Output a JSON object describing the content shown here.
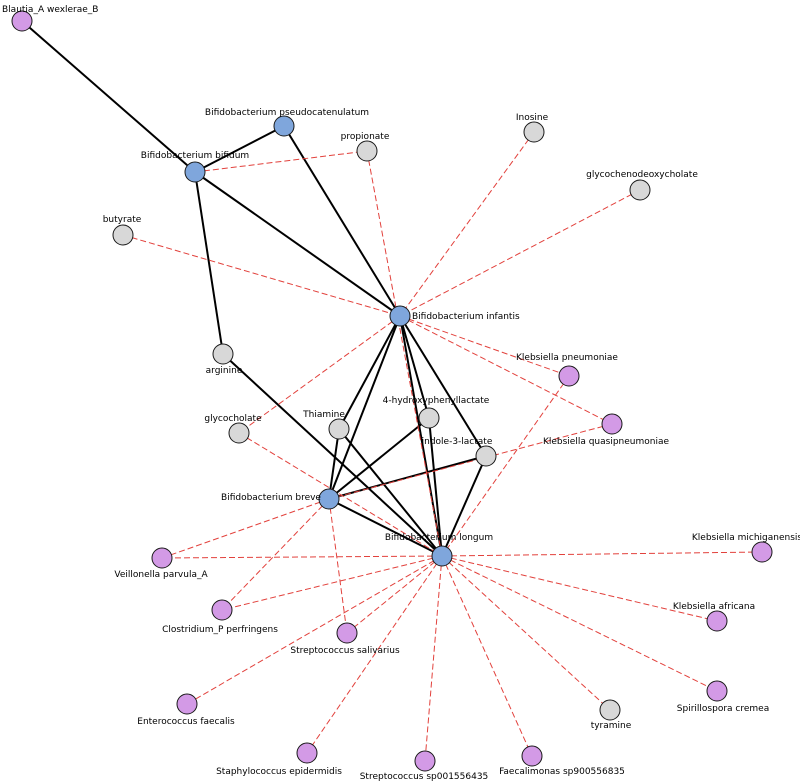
{
  "colors": {
    "bifido": "#7fa6dc",
    "pathogen": "#d39ae6",
    "metabolite": "#d8d8d8",
    "outline": "#1a1a1a",
    "positive_edge": "#000000",
    "negative_edge": "#e2413c"
  },
  "nodes": [
    {
      "id": "blautia",
      "label": "Blautia_A wexlerae_B",
      "group": "pathogen"
    },
    {
      "id": "bpseudo",
      "label": "Bifidobacterium pseudocatenulatum",
      "group": "bifido"
    },
    {
      "id": "bbifidum",
      "label": "Bifidobacterium bifidum",
      "group": "bifido"
    },
    {
      "id": "propionate",
      "label": "propionate",
      "group": "metabolite"
    },
    {
      "id": "inosine",
      "label": "Inosine",
      "group": "metabolite"
    },
    {
      "id": "gcdc",
      "label": "glycochenodeoxycholate",
      "group": "metabolite"
    },
    {
      "id": "butyrate",
      "label": "butyrate",
      "group": "metabolite"
    },
    {
      "id": "binfantis",
      "label": "Bifidobacterium infantis",
      "group": "bifido"
    },
    {
      "id": "arginine",
      "label": "arginine",
      "group": "metabolite"
    },
    {
      "id": "kpneu",
      "label": "Klebsiella pneumoniae",
      "group": "pathogen"
    },
    {
      "id": "kquasi",
      "label": "Klebsiella quasipneumoniae",
      "group": "pathogen"
    },
    {
      "id": "glycocholate",
      "label": "glycocholate",
      "group": "metabolite"
    },
    {
      "id": "thiamine",
      "label": "Thiamine",
      "group": "metabolite"
    },
    {
      "id": "hpl",
      "label": "4-hydroxyphenyllactate",
      "group": "metabolite"
    },
    {
      "id": "ilactate",
      "label": "indole-3-lactate",
      "group": "metabolite"
    },
    {
      "id": "bbreve",
      "label": "Bifidobacterium breve",
      "group": "bifido"
    },
    {
      "id": "blongum",
      "label": "Bifidobacterium longum",
      "group": "bifido"
    },
    {
      "id": "kmich",
      "label": "Klebsiella michiganensis",
      "group": "pathogen"
    },
    {
      "id": "veillonella",
      "label": "Veillonella parvula_A",
      "group": "pathogen"
    },
    {
      "id": "clostridium",
      "label": "Clostridium_P perfringens",
      "group": "pathogen"
    },
    {
      "id": "ssalivarius",
      "label": "Streptococcus salivarius",
      "group": "pathogen"
    },
    {
      "id": "kafricana",
      "label": "Klebsiella africana",
      "group": "pathogen"
    },
    {
      "id": "efaecalis",
      "label": "Enterococcus faecalis",
      "group": "pathogen"
    },
    {
      "id": "spirillospora",
      "label": "Spirillospora cremea",
      "group": "pathogen"
    },
    {
      "id": "tyramine",
      "label": "tyramine",
      "group": "metabolite"
    },
    {
      "id": "sepidermidis",
      "label": "Staphylococcus epidermidis",
      "group": "pathogen"
    },
    {
      "id": "ssp",
      "label": "Streptococcus sp001556435",
      "group": "pathogen"
    },
    {
      "id": "faecalimonas",
      "label": "Faecalimonas sp900556835",
      "group": "pathogen"
    }
  ],
  "edges": [
    {
      "source": "blautia",
      "target": "bbifidum",
      "type": "positive"
    },
    {
      "source": "bbifidum",
      "target": "bpseudo",
      "type": "positive"
    },
    {
      "source": "bbifidum",
      "target": "binfantis",
      "type": "positive"
    },
    {
      "source": "bbifidum",
      "target": "arginine",
      "type": "positive"
    },
    {
      "source": "bpseudo",
      "target": "binfantis",
      "type": "positive"
    },
    {
      "source": "arginine",
      "target": "blongum",
      "type": "positive"
    },
    {
      "source": "binfantis",
      "target": "bbreve",
      "type": "positive"
    },
    {
      "source": "binfantis",
      "target": "blongum",
      "type": "positive"
    },
    {
      "source": "binfantis",
      "target": "thiamine",
      "type": "positive"
    },
    {
      "source": "binfantis",
      "target": "hpl",
      "type": "positive"
    },
    {
      "source": "binfantis",
      "target": "ilactate",
      "type": "positive"
    },
    {
      "source": "bbreve",
      "target": "thiamine",
      "type": "positive"
    },
    {
      "source": "bbreve",
      "target": "hpl",
      "type": "positive"
    },
    {
      "source": "bbreve",
      "target": "ilactate",
      "type": "positive"
    },
    {
      "source": "bbreve",
      "target": "blongum",
      "type": "positive"
    },
    {
      "source": "blongum",
      "target": "thiamine",
      "type": "positive"
    },
    {
      "source": "blongum",
      "target": "hpl",
      "type": "positive"
    },
    {
      "source": "blongum",
      "target": "ilactate",
      "type": "positive"
    },
    {
      "source": "bbifidum",
      "target": "propionate",
      "type": "negative"
    },
    {
      "source": "propionate",
      "target": "blongum",
      "type": "negative"
    },
    {
      "source": "butyrate",
      "target": "binfantis",
      "type": "negative"
    },
    {
      "source": "inosine",
      "target": "binfantis",
      "type": "negative"
    },
    {
      "source": "gcdc",
      "target": "binfantis",
      "type": "negative"
    },
    {
      "source": "binfantis",
      "target": "kpneu",
      "type": "negative"
    },
    {
      "source": "binfantis",
      "target": "kquasi",
      "type": "negative"
    },
    {
      "source": "binfantis",
      "target": "glycocholate",
      "type": "negative"
    },
    {
      "source": "glycocholate",
      "target": "blongum",
      "type": "negative"
    },
    {
      "source": "kpneu",
      "target": "blongum",
      "type": "negative"
    },
    {
      "source": "kquasi",
      "target": "bbreve",
      "type": "negative"
    },
    {
      "source": "bbreve",
      "target": "veillonella",
      "type": "negative"
    },
    {
      "source": "bbreve",
      "target": "clostridium",
      "type": "negative"
    },
    {
      "source": "bbreve",
      "target": "ssalivarius",
      "type": "negative"
    },
    {
      "source": "blongum",
      "target": "veillonella",
      "type": "negative"
    },
    {
      "source": "blongum",
      "target": "kmich",
      "type": "negative"
    },
    {
      "source": "blongum",
      "target": "clostridium",
      "type": "negative"
    },
    {
      "source": "blongum",
      "target": "ssalivarius",
      "type": "negative"
    },
    {
      "source": "blongum",
      "target": "kafricana",
      "type": "negative"
    },
    {
      "source": "blongum",
      "target": "efaecalis",
      "type": "negative"
    },
    {
      "source": "blongum",
      "target": "spirillospora",
      "type": "negative"
    },
    {
      "source": "blongum",
      "target": "tyramine",
      "type": "negative"
    },
    {
      "source": "blongum",
      "target": "sepidermidis",
      "type": "negative"
    },
    {
      "source": "blongum",
      "target": "ssp",
      "type": "negative"
    },
    {
      "source": "blongum",
      "target": "faecalimonas",
      "type": "negative"
    }
  ]
}
